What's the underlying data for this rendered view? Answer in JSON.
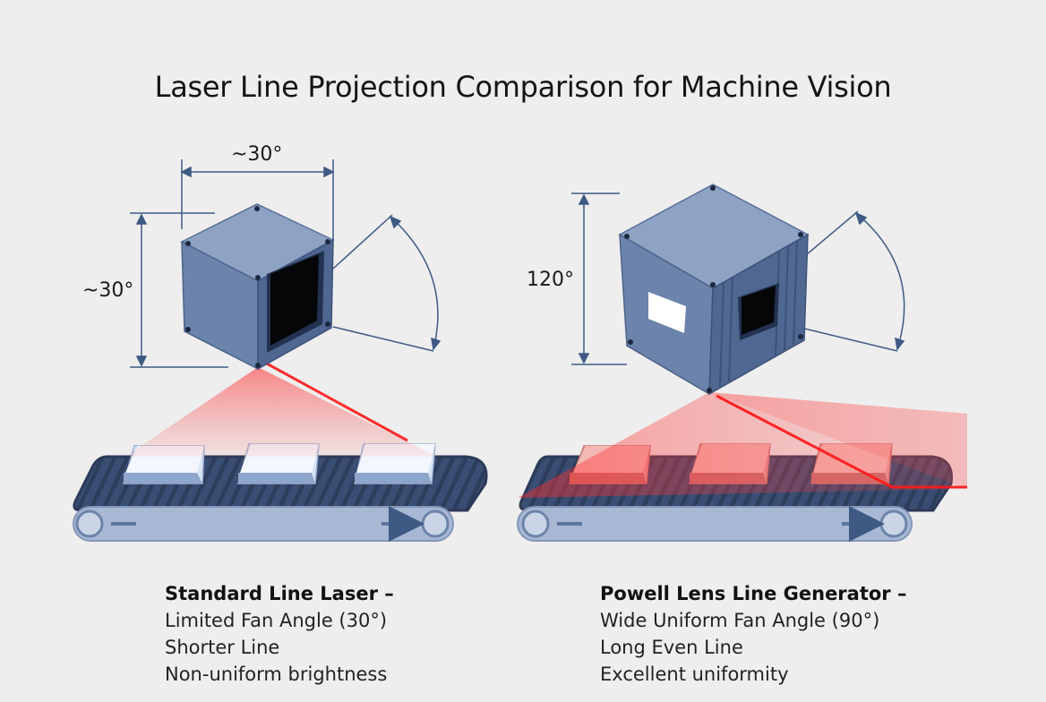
{
  "title": "Laser Line Projection Comparison for Machine Vision",
  "left": {
    "dim_top": "~30°",
    "dim_side": "~30°",
    "caption": {
      "title": "Standard Line Laser –",
      "lines": [
        "Limited Fan Angle (30°)",
        "Shorter Line",
        "Non-uniform brightness"
      ]
    }
  },
  "right": {
    "dim_side": "120°",
    "caption": {
      "title": "Powell Lens Line Generator –",
      "lines": [
        "Wide Uniform Fan Angle (90°)",
        "Long Even Line",
        "Excellent uniformity"
      ]
    }
  },
  "colors": {
    "background": "#eeeeee",
    "housing_front": "#6e86ad",
    "housing_top": "#8aa0c2",
    "housing_side": "#4e6690",
    "conveyor": "#34466a",
    "laser": "#ff2020"
  },
  "icons": [
    "laser-housing-icon",
    "conveyor-belt-icon",
    "product-box-icon",
    "direction-arrow-icon"
  ]
}
